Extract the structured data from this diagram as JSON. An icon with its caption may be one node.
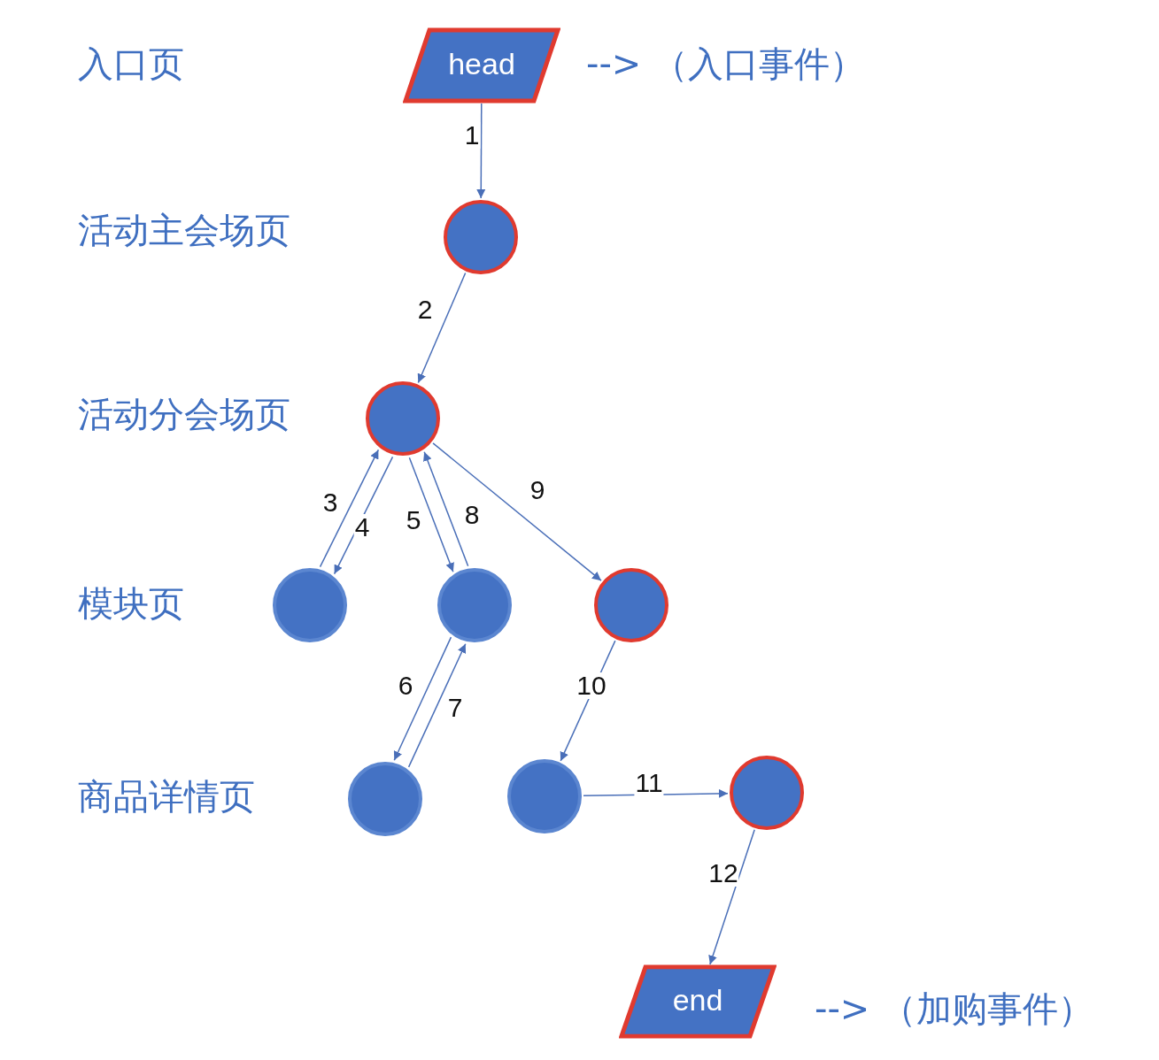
{
  "diagram": {
    "nodes": [
      {
        "text": [
          "head"
        ],
        "beside": [
          "--> （入口事件）"
        ]
      },
      {
        "text": [],
        "shape": "circle"
      },
      {
        "text": [],
        "shape": "circle"
      },
      {
        "text": [],
        "shape": "circle"
      },
      {
        "text": [],
        "shape": "circle"
      },
      {
        "text": [],
        "shape": "circle"
      },
      {
        "text": [],
        "shape": "circle"
      },
      {
        "text": [],
        "shape": "circle"
      },
      {
        "text": [],
        "shape": "circle"
      },
      {
        "text": [
          "end"
        ],
        "beside": [
          "--> （加购事件）"
        ]
      }
    ],
    "edges": [
      {
        "from": 0,
        "to": 1,
        "arrow": "to",
        "label": "1"
      },
      {
        "from": 1,
        "to": 2,
        "arrow": "to",
        "label": "2"
      },
      {
        "from": 2,
        "to": 3,
        "arrow": "to",
        "label": "3"
      },
      {
        "from": 3,
        "to": 2,
        "arrow": "to",
        "label": "4"
      },
      {
        "from": 2,
        "to": 4,
        "arrow": "to",
        "label": "5"
      },
      {
        "from": 4,
        "to": 6,
        "arrow": "to",
        "label": "6"
      },
      {
        "from": 6,
        "to": 4,
        "arrow": "to",
        "label": "7"
      },
      {
        "from": 4,
        "to": 2,
        "arrow": "to",
        "label": "8"
      },
      {
        "from": 2,
        "to": 5,
        "arrow": "to",
        "label": "9"
      },
      {
        "from": 5,
        "to": 7,
        "arrow": "to",
        "label": "10"
      },
      {
        "from": 7,
        "to": 8,
        "arrow": "to",
        "label": "11"
      },
      {
        "from": 8,
        "to": 9,
        "arrow": "to",
        "label": "12"
      }
    ],
    "labels": [
      "入口页",
      "活动主会场页",
      "活动分会场页",
      "模块页",
      "商品详情页"
    ]
  }
}
